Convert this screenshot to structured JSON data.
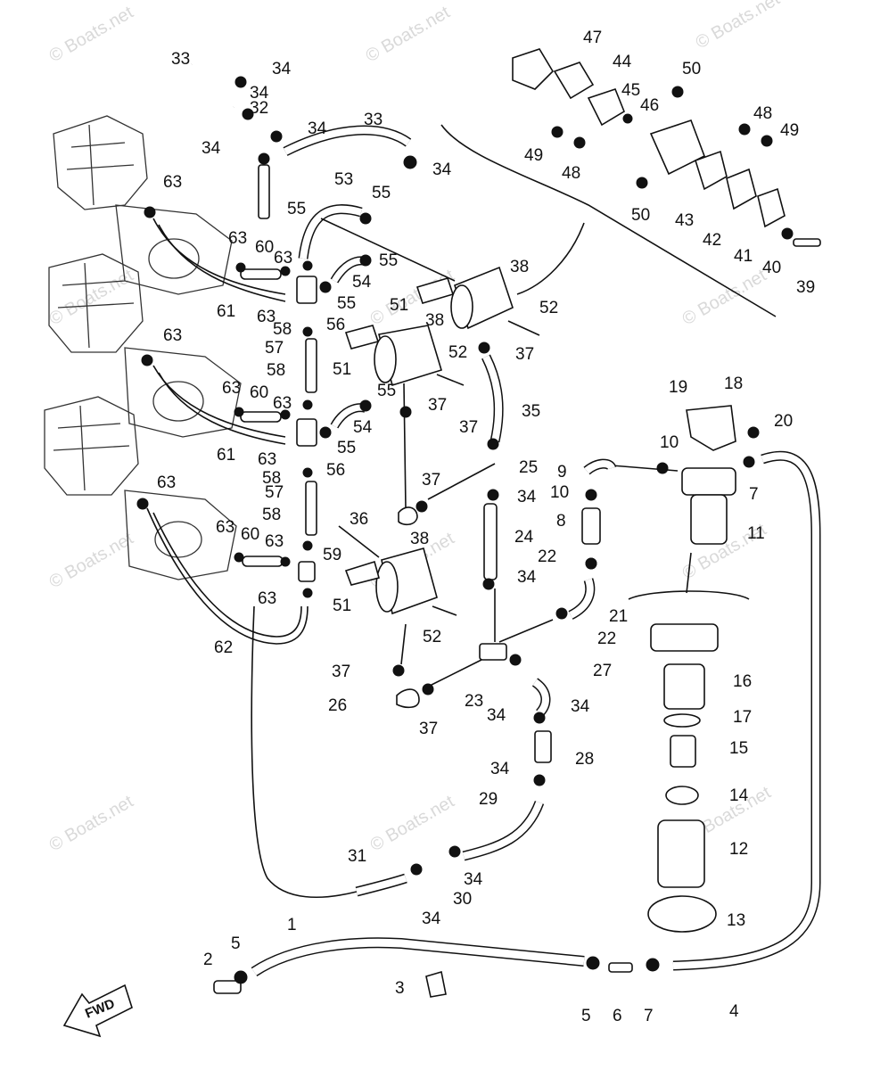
{
  "watermark": "© Boats.net",
  "fwd_label": "FWD",
  "callouts": [
    "1",
    "2",
    "3",
    "4",
    "5",
    "6",
    "7",
    "8",
    "9",
    "10",
    "11",
    "12",
    "13",
    "14",
    "15",
    "16",
    "17",
    "18",
    "19",
    "20",
    "21",
    "22",
    "23",
    "24",
    "25",
    "26",
    "27",
    "28",
    "29",
    "30",
    "31",
    "32",
    "33",
    "34",
    "35",
    "36",
    "37",
    "38",
    "39",
    "40",
    "41",
    "42",
    "43",
    "44",
    "45",
    "46",
    "47",
    "48",
    "49",
    "50",
    "51",
    "52",
    "53",
    "54",
    "55",
    "56",
    "57",
    "58",
    "59",
    "60",
    "61",
    "62",
    "63"
  ]
}
